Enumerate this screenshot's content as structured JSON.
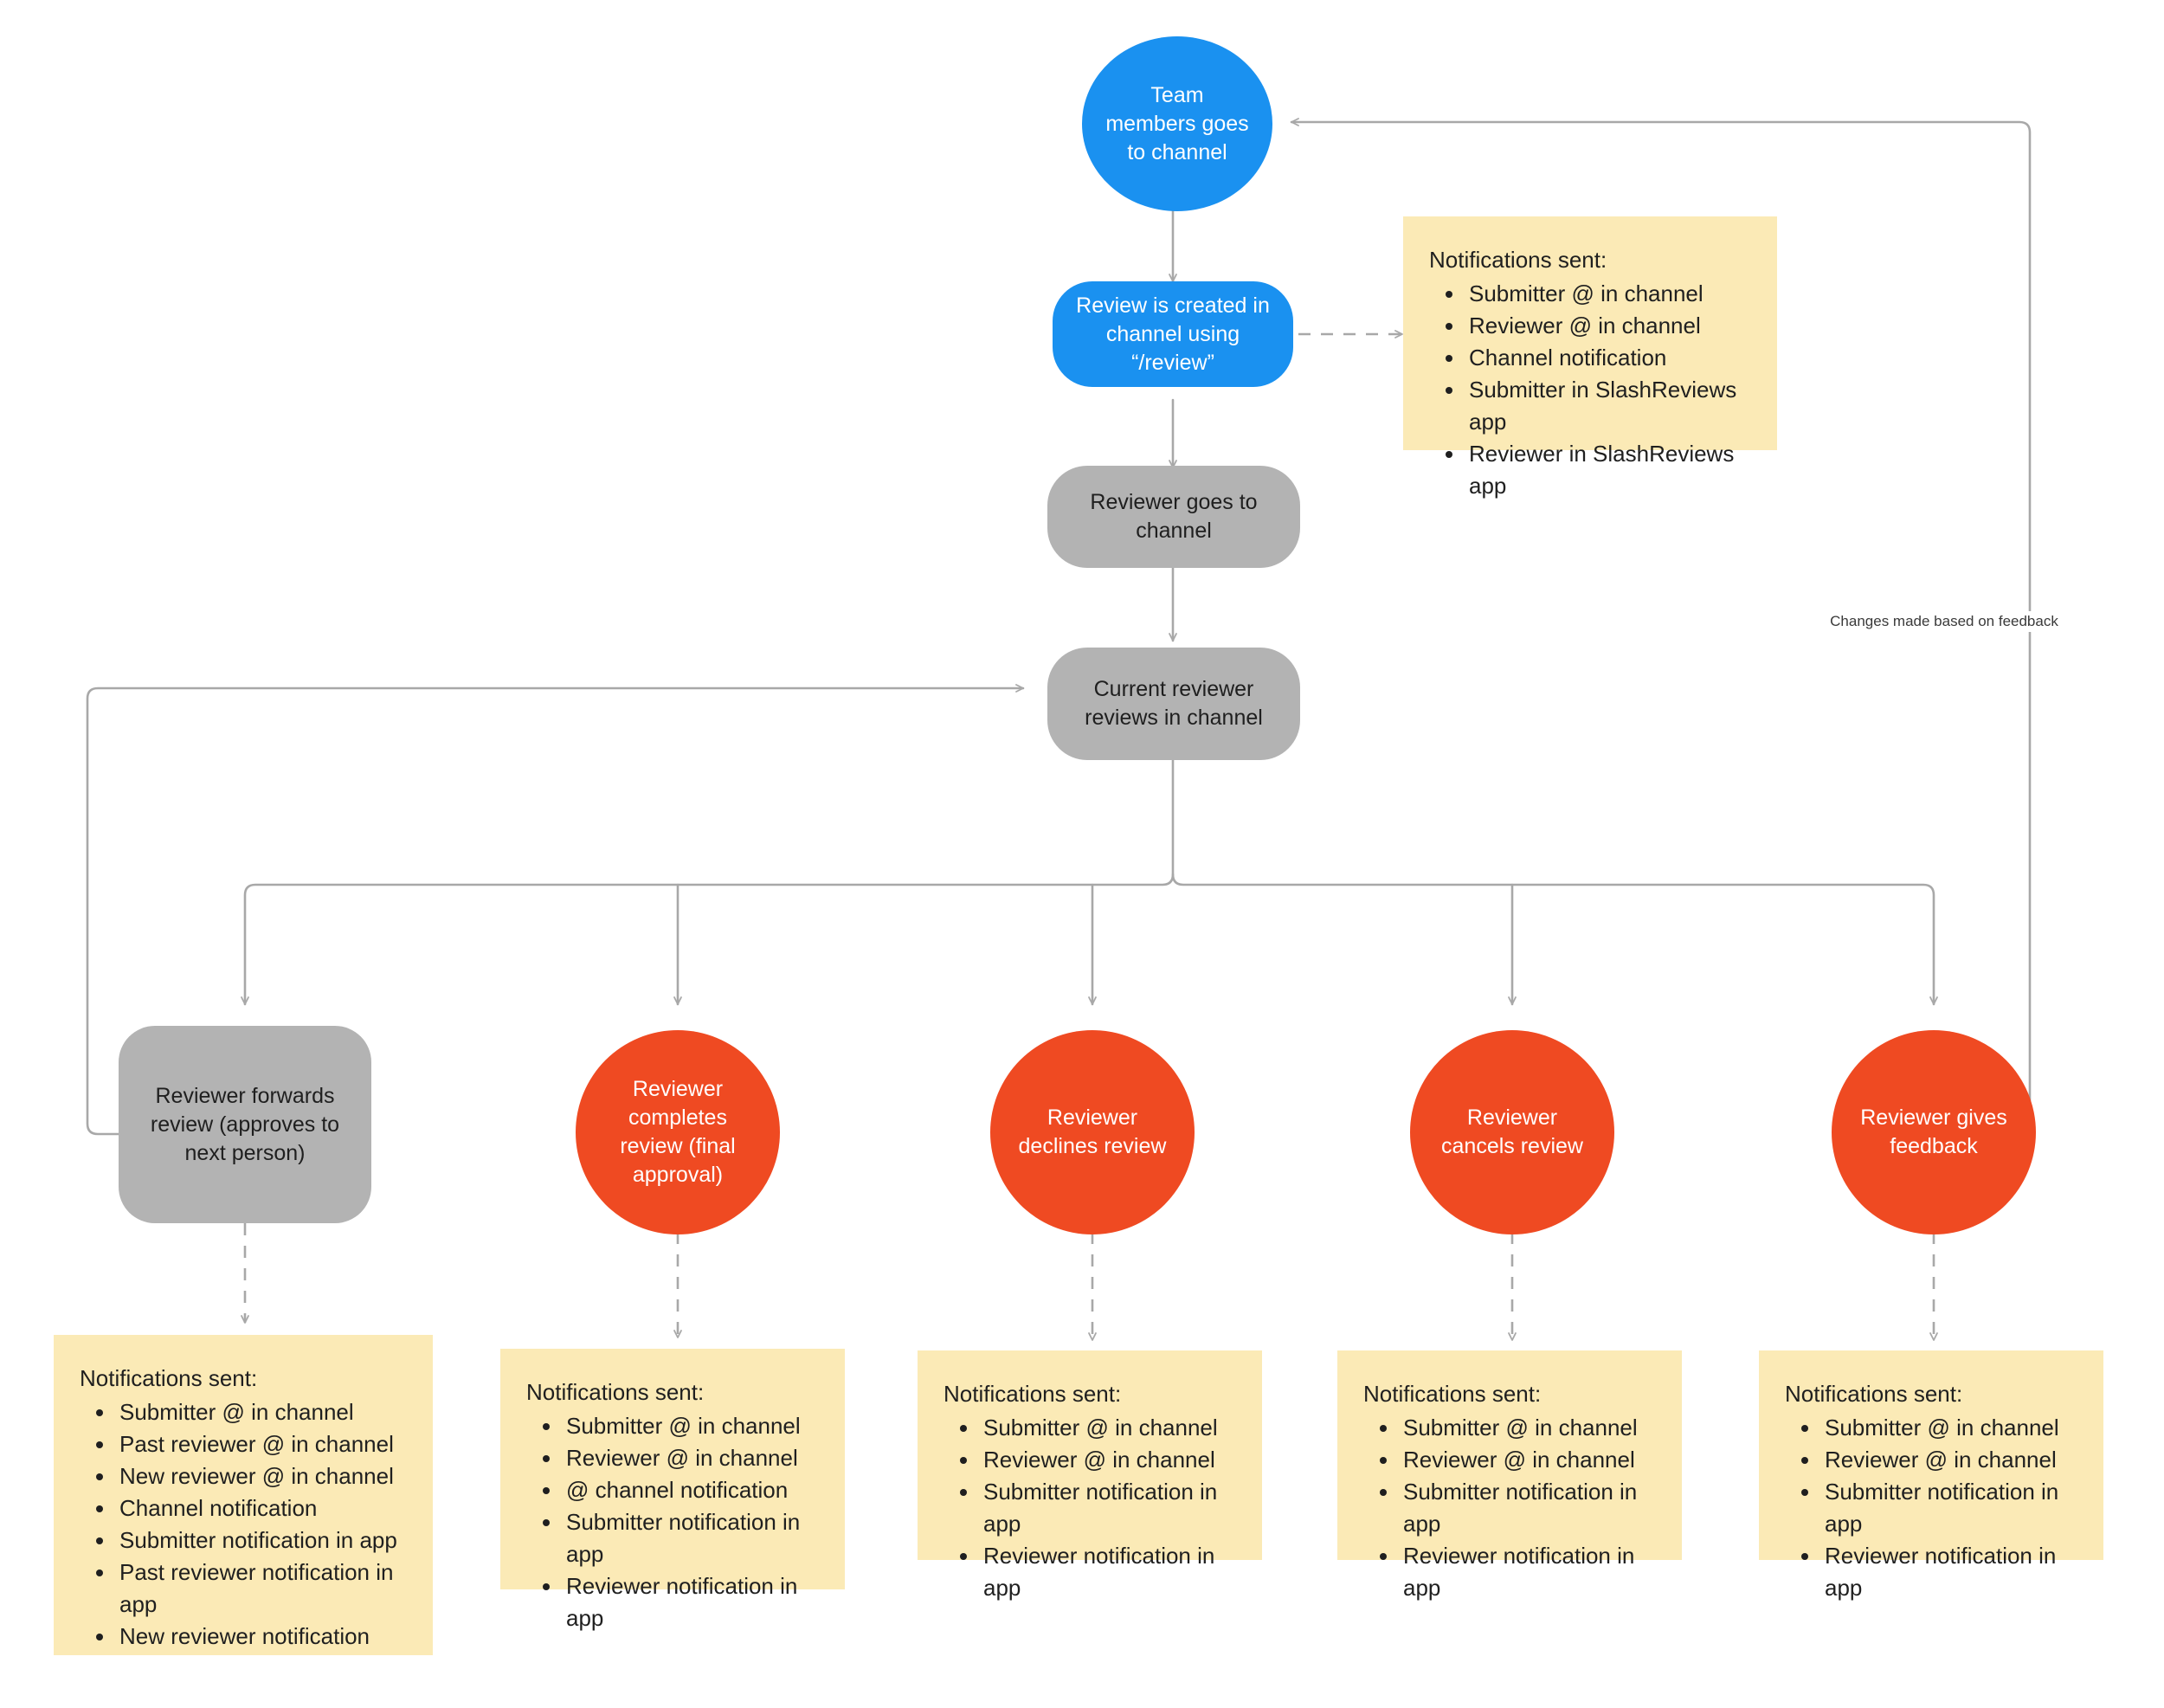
{
  "diagram": {
    "title": "SlashReviews review workflow",
    "colors": {
      "blue": "#1a91f0",
      "grey": "#b3b3b3",
      "red": "#ef4a22",
      "note_yellow": "#fbeab6",
      "edge": "#a8a8a8",
      "text_dark": "#1f1f1f",
      "text_light": "#ffffff",
      "background": "#ffffff"
    },
    "nodes": {
      "team_members": "Team\nmembers goes\nto channel",
      "review_created": "Review is created in\nchannel using “/review”",
      "reviewer_goes": "Reviewer goes to\nchannel",
      "current_reviewer": "Current reviewer\nreviews in channel",
      "forwards": "Reviewer forwards\nreview (approves to\nnext person)",
      "completes": "Reviewer\ncompletes\nreview (final\napproval)",
      "declines": "Reviewer\ndeclines review",
      "cancels": "Reviewer\ncancels review",
      "feedback": "Reviewer gives\nfeedback"
    },
    "edge_labels": {
      "changes_feedback": "Changes made based on feedback"
    },
    "notes": {
      "created": {
        "title": "Notifications sent:",
        "items": [
          "Submitter @ in channel",
          "Reviewer @ in channel",
          "Channel notification",
          "Submitter in SlashReviews app",
          "Reviewer in SlashReviews app"
        ]
      },
      "forwards": {
        "title": "Notifications sent:",
        "items": [
          "Submitter @ in channel",
          "Past reviewer @ in channel",
          "New reviewer @ in channel",
          "Channel notification",
          "Submitter notification in app",
          "Past reviewer notification in app",
          "New reviewer notification"
        ]
      },
      "completes": {
        "title": "Notifications sent:",
        "items": [
          "Submitter @ in channel",
          "Reviewer @ in channel",
          "@ channel notification",
          "Submitter notification in app",
          "Reviewer notification in app"
        ]
      },
      "declines": {
        "title": "Notifications sent:",
        "items": [
          "Submitter @ in channel",
          "Reviewer @ in channel",
          "Submitter notification in app",
          "Reviewer notification in app"
        ]
      },
      "cancels": {
        "title": "Notifications sent:",
        "items": [
          "Submitter @ in channel",
          "Reviewer @ in channel",
          "Submitter notification in app",
          "Reviewer notification in app"
        ]
      },
      "feedback": {
        "title": "Notifications sent:",
        "items": [
          "Submitter @ in channel",
          "Reviewer @ in channel",
          "Submitter notification in app",
          "Reviewer notification in app"
        ]
      }
    }
  }
}
